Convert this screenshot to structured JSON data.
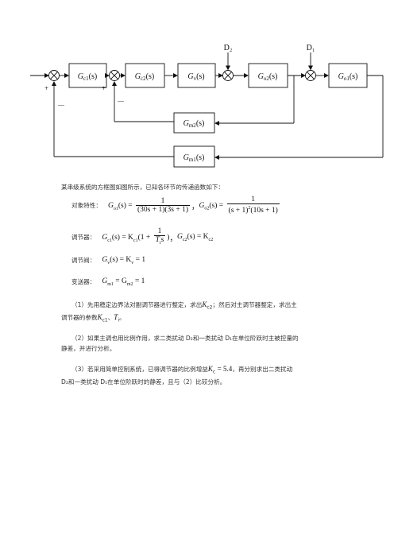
{
  "diagram": {
    "blocks": [
      {
        "id": "gc1",
        "text": "G",
        "sub": "c1",
        "arg": "(s)"
      },
      {
        "id": "gc2",
        "text": "G",
        "sub": "c2",
        "arg": "(s)"
      },
      {
        "id": "gv",
        "text": "G",
        "sub": "v",
        "arg": "(s)"
      },
      {
        "id": "go2",
        "text": "G",
        "sub": "o2",
        "arg": "(s)"
      },
      {
        "id": "go1",
        "text": "G",
        "sub": "o1",
        "arg": "(s)"
      },
      {
        "id": "gm2",
        "text": "G",
        "sub": "m2",
        "arg": "(s)"
      },
      {
        "id": "gm1",
        "text": "G",
        "sub": "m1",
        "arg": "(s)"
      }
    ],
    "disturbances": {
      "d2": "D₂",
      "d1": "D₁"
    },
    "signs": {
      "plus": "+",
      "minus": "—"
    }
  },
  "text": {
    "intro": "某串级系统的方框图如图所示，已知各环节的传递函数如下：",
    "plant_label": "对象特性：",
    "controller_label": "调节器：",
    "valve_label": "调节阀：",
    "transmitter_label": "变送器：",
    "q1_line1": "（1）先用稳定边界法对副调节器进行整定，求出",
    "q1_k": "K",
    "q1_k_sub": "c2",
    "q1_line1_tail": "；然后对主调节器整定，求出主",
    "q1_line2_head": "调节器的参数",
    "q1_k1": "K",
    "q1_k1_sub": "c1",
    "q1_sep": "、",
    "q1_t1": "T",
    "q1_t1_sub": "i",
    "q1_end": "。",
    "q2_line1": "（2）如果主调也用比例作用，求二类扰动 D₂和一类扰动 D₁在单位阶跃时主被控量的",
    "q2_line2": "静差，并进行分析。",
    "q3_line1_head": "（3）若采用简单控制系统，已得调节器的比例增益",
    "q3_k": "K",
    "q3_k_sub": "c",
    "q3_value": "= 5.4",
    "q3_line1_tail": "，再分别求出二类扰动",
    "q3_line2": "D₂和一类扰动 D₁在单位阶跃时的静差，且与（2）比较分析。"
  },
  "equations": {
    "go1_lhs": "G",
    "go1_sub": "o1",
    "go1_arg": "(s) =",
    "go1_num": "1",
    "go1_den": "(30s + 1)(3s + 1)",
    "comma": "，",
    "go2_lhs": "G",
    "go2_sub": "o2",
    "go2_arg": "(s) =",
    "go2_num": "1",
    "go2_den_a": "(s + 1)",
    "go2_den_exp": "2",
    "go2_den_b": "(10s + 1)",
    "gc1_lhs": "G",
    "gc1_sub": "c1",
    "gc1_mid": "(s) = K",
    "gc1_ksub": "c1",
    "gc1_paren": "(1 +",
    "gc1_num": "1",
    "gc1_den": "T",
    "gc1_den_sub": "i",
    "gc1_den_tail": "s",
    "gc1_close": ")",
    "gc2_lhs": "G",
    "gc2_sub": "c2",
    "gc2_mid": "(s) = K",
    "gc2_ksub": "c2",
    "gv_lhs": "G",
    "gv_sub": "v",
    "gv_mid": "(s) = K",
    "gv_ksub": "v",
    "gv_rhs": "= 1",
    "gm_lhs": "G",
    "gm_sub1": "m1",
    "gm_eq": "= G",
    "gm_sub2": "m2",
    "gm_rhs": "= 1"
  }
}
